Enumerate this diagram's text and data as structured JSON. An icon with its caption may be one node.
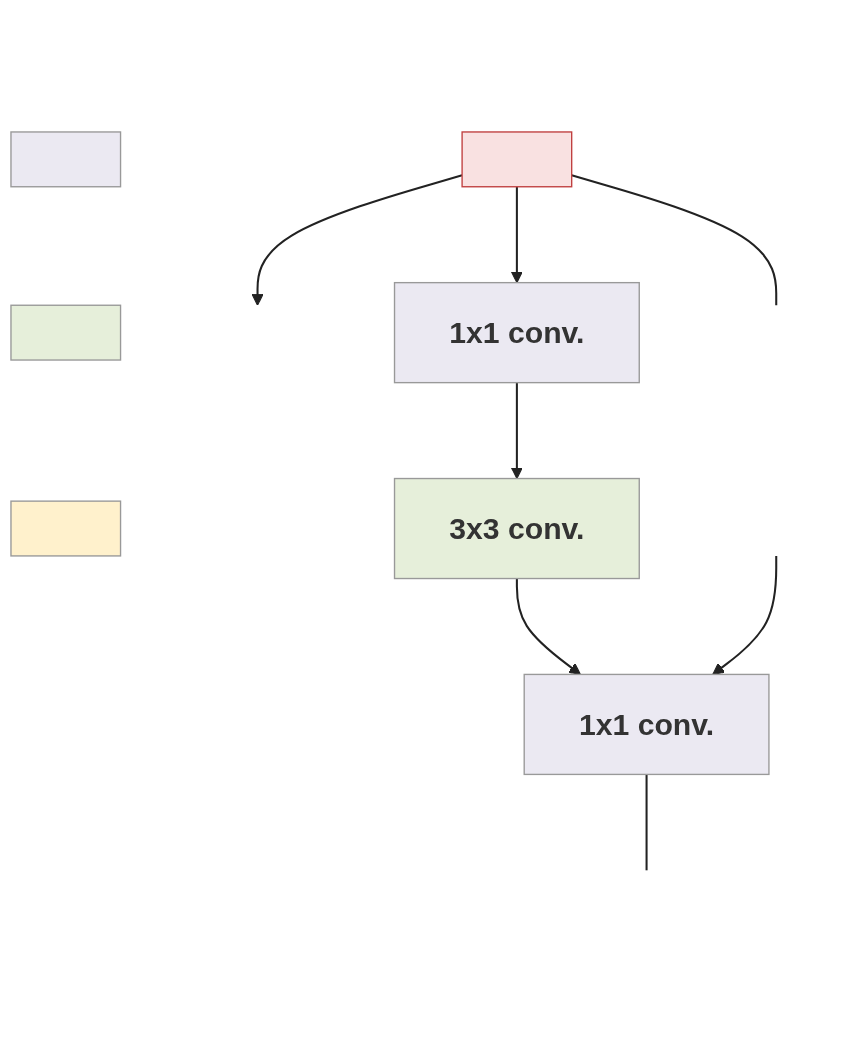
{
  "diagram": {
    "nodes": [
      {
        "text": [],
        "shape": "box"
      },
      {
        "text": [
          "1x1 conv."
        ]
      },
      {
        "text": [
          "3x3 conv."
        ]
      },
      {
        "text": [],
        "shape": "box"
      },
      {
        "text": [],
        "shape": "box"
      },
      {
        "text": [],
        "shape": "box"
      },
      {
        "text": [
          "1x1 conv."
        ]
      }
    ],
    "edges": [
      {
        "from": 0,
        "to": null,
        "arrow": "to"
      },
      {
        "from": 0,
        "to": 1,
        "arrow": "to"
      },
      {
        "from": 0,
        "to": null,
        "arrow": "none"
      },
      {
        "from": 1,
        "to": 2,
        "arrow": "to"
      },
      {
        "from": 2,
        "to": 6,
        "arrow": "to"
      },
      {
        "from": null,
        "to": 6,
        "arrow": "to"
      },
      {
        "from": 6,
        "to": null,
        "arrow": "none"
      }
    ]
  }
}
